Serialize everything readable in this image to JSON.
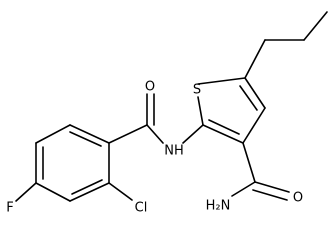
{
  "molecule": {
    "atom_labels": {
      "oxygen_amide_top": "O",
      "nh_linker": "NH",
      "sulfur": "S",
      "fluorine": "F",
      "chlorine": "Cl",
      "oxygen_carboxamide": "O",
      "nh2": "H₂N"
    },
    "colors": {
      "bond": "#000000",
      "label": "#000000",
      "background": "#ffffff"
    }
  }
}
